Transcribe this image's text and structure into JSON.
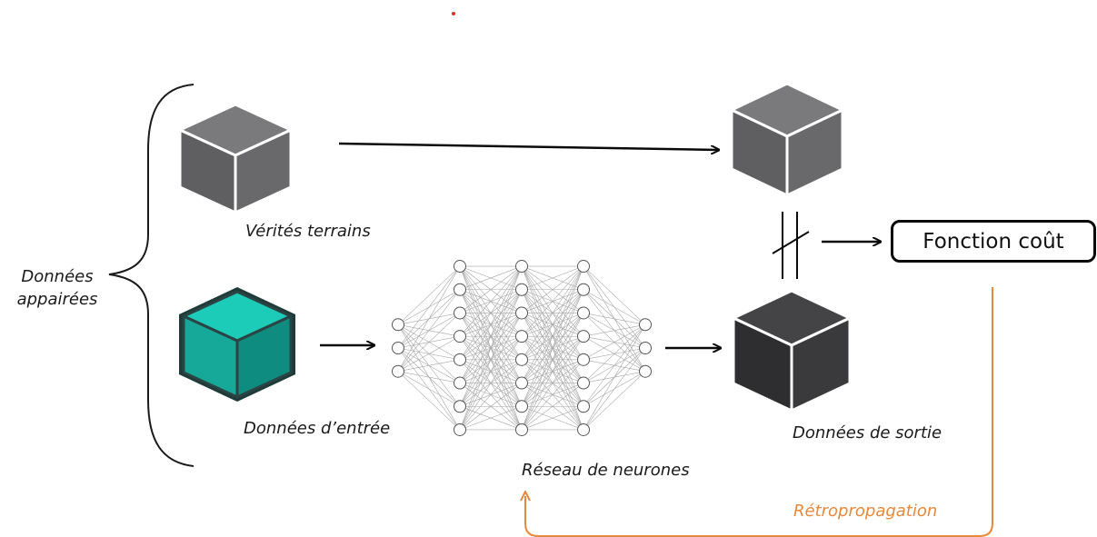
{
  "labels": {
    "paired_line1": "Données",
    "paired_line2": "appairées",
    "ground_truth": "Vérités terrains",
    "input_data": "Données d’entrée",
    "neural_network": "Réseau de neurones",
    "output_data": "Données de sortie",
    "cost_function": "Fonction coût",
    "backpropagation": "Rétropropagation"
  },
  "network": {
    "layer_sizes": [
      3,
      8,
      8,
      8,
      3
    ]
  },
  "colors": {
    "ground_truth_cube": "#6b6b6d",
    "input_cube": "#16b2a3",
    "output_cube": "#3b3b3d",
    "backprop": "#e8883a",
    "arrow": "#0a0a0a"
  }
}
